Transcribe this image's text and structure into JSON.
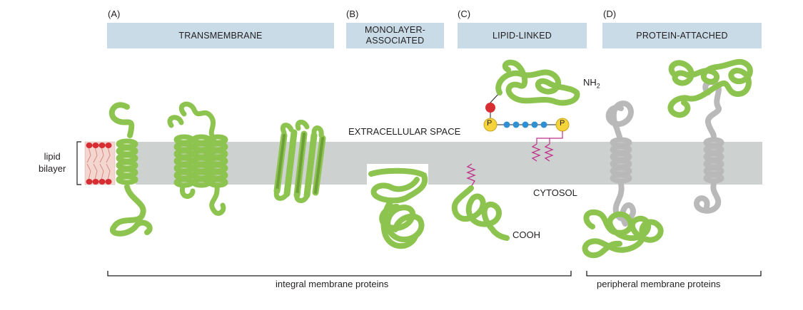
{
  "panels": [
    {
      "letter": "(A)",
      "title": "TRANSMEMBRANE"
    },
    {
      "letter": "(B)",
      "title": "MONOLAYER-\nASSOCIATED"
    },
    {
      "letter": "(C)",
      "title": "LIPID-LINKED"
    },
    {
      "letter": "(D)",
      "title": "PROTEIN-ATTACHED"
    }
  ],
  "labels": {
    "lipid_bilayer": "lipid\nbilayer",
    "extracellular": "EXTRACELLULAR SPACE",
    "cytosol": "CYTOSOL",
    "nh2": "NH",
    "nh2_sub": "2",
    "cooh": "COOH",
    "phosphate": "P"
  },
  "brackets": {
    "integral": "integral membrane proteins",
    "peripheral": "peripheral membrane proteins"
  },
  "colors": {
    "header_bg": "#c8dbe7",
    "membrane": "#cdd1cf",
    "protein": "#8dc44f",
    "protein_dark": "#6ea03a",
    "peripheral": "#b9b9b9",
    "lipid_head": "#d62e32",
    "lipid_tail": "#e7a49a",
    "anchor_chain": "#c1318c",
    "sugar": "#2f8fd3",
    "phosphate": "#f5d33a"
  }
}
